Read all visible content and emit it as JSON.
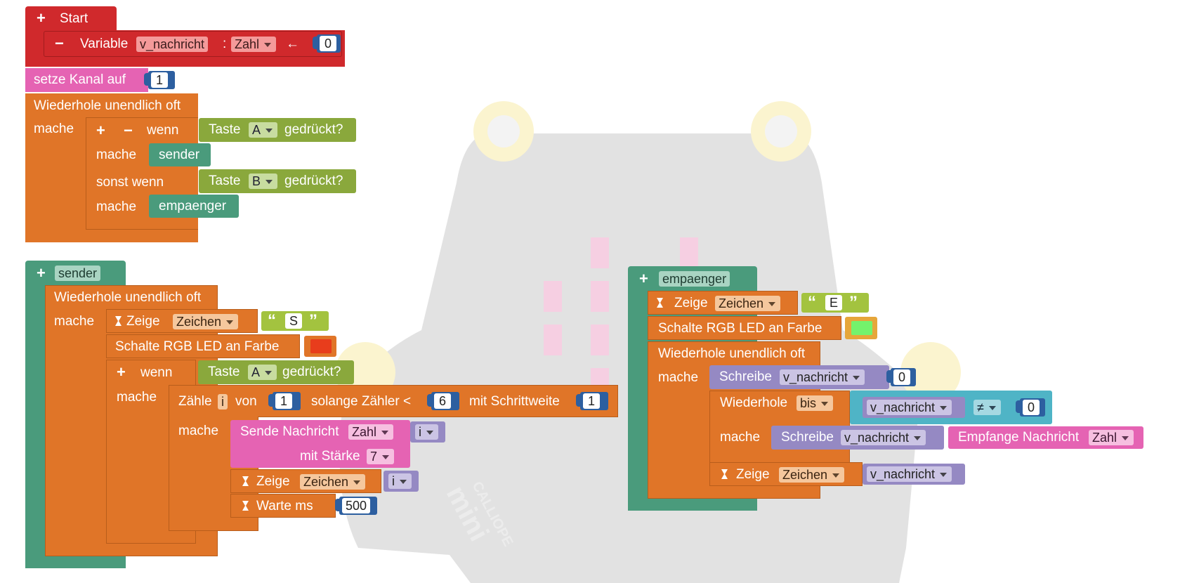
{
  "colors": {
    "start": "#d0292c",
    "radio": "#e563b3",
    "loop": "#e07528",
    "logic": "#8aa83c",
    "proc": "#4a9b7c",
    "math": "#2d5fa0",
    "text": "#a3c33f",
    "var": "#9589c3",
    "led_red": "#e83d1c",
    "led_green": "#74f26c"
  },
  "board": {
    "brand": "CALLIOPE",
    "model": "mini"
  },
  "start": {
    "title": "Start",
    "plus_icon": "plus-icon",
    "variable": {
      "label": "Variable",
      "name": "v_nachricht",
      "colon": ":",
      "type": "Zahl",
      "arrow": "←",
      "value": "0"
    },
    "kanal": {
      "label": "setze Kanal auf",
      "value": "1"
    },
    "forever": {
      "label": "Wiederhole unendlich oft",
      "do": "mache",
      "if_block": {
        "wenn": "wenn",
        "taste": "Taste",
        "key_a": "A",
        "pressed": "gedrückt?",
        "mache1": "mache",
        "call1": "sender",
        "sonst_wenn": "sonst wenn",
        "key_b": "B",
        "mache2": "mache",
        "call2": "empaenger"
      }
    }
  },
  "sender": {
    "title": "sender",
    "forever": "Wiederhole unendlich oft",
    "do": "mache",
    "zeige1": {
      "label": "Zeige",
      "mode": "Zeichen",
      "text": "S"
    },
    "rgb": {
      "label": "Schalte RGB LED an Farbe"
    },
    "if_block": {
      "wenn": "wenn",
      "taste": "Taste",
      "key": "A",
      "pressed": "gedrückt?",
      "mache": "mache"
    },
    "zaehle": {
      "label": "Zähle",
      "var": "i",
      "von": "von",
      "start": "1",
      "solange": "solange Zähler <",
      "end": "6",
      "step_label": "mit Schrittweite",
      "step": "1",
      "mache": "mache"
    },
    "sende": {
      "label": "Sende Nachricht",
      "type": "Zahl",
      "value": "i",
      "staerke_label": "mit Stärke",
      "staerke": "7"
    },
    "zeige2": {
      "label": "Zeige",
      "mode": "Zeichen",
      "value": "i"
    },
    "warte": {
      "label": "Warte ms",
      "value": "500"
    }
  },
  "empaenger": {
    "title": "empaenger",
    "zeige1": {
      "label": "Zeige",
      "mode": "Zeichen",
      "text": "E"
    },
    "rgb": {
      "label": "Schalte RGB LED an Farbe"
    },
    "forever": "Wiederhole unendlich oft",
    "do": "mache",
    "schreibe1": {
      "label": "Schreibe",
      "var": "v_nachricht",
      "value": "0"
    },
    "wiederhole": {
      "label": "Wiederhole",
      "mode": "bis",
      "var": "v_nachricht",
      "op": "≠",
      "value": "0",
      "mache": "mache"
    },
    "schreibe2": {
      "label": "Schreibe",
      "var": "v_nachricht",
      "receive": "Empfange Nachricht",
      "type": "Zahl"
    },
    "zeige2": {
      "label": "Zeige",
      "mode": "Zeichen",
      "var": "v_nachricht"
    }
  }
}
